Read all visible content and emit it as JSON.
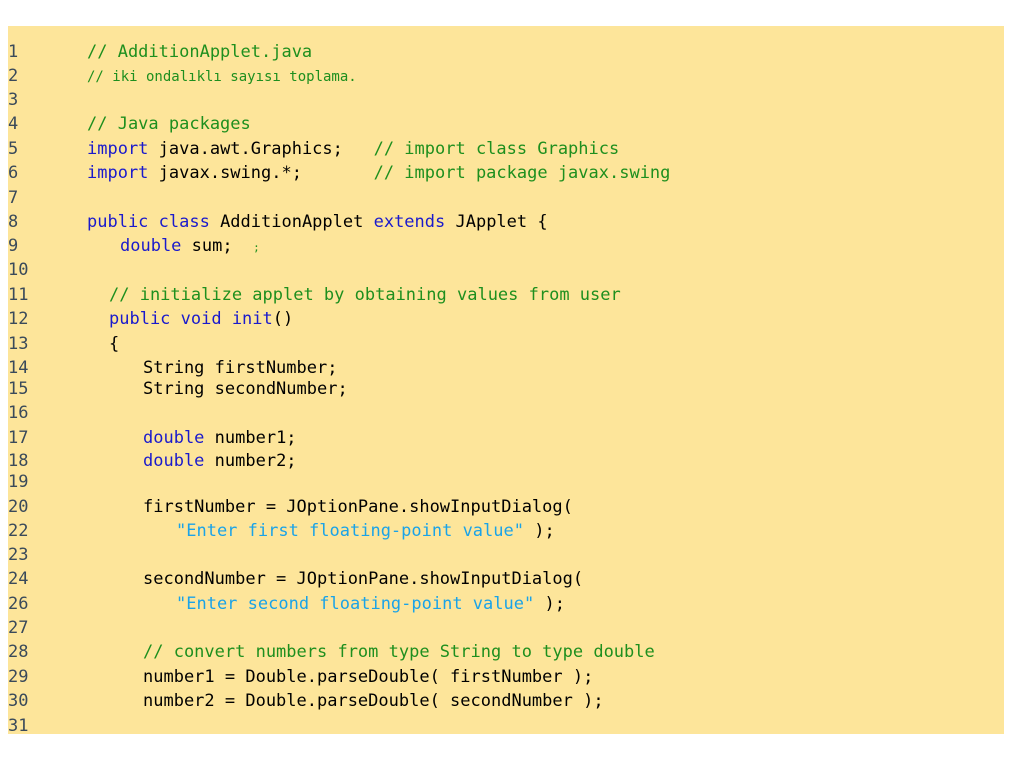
{
  "code": {
    "lines": [
      {
        "n": "1",
        "indent": 0,
        "tokens": [
          {
            "t": "// AdditionApplet.java",
            "k": "comment"
          }
        ]
      },
      {
        "n": "2",
        "indent": 0,
        "tokens": [
          {
            "t": "// iki ondalıklı sayısı toplama.",
            "k": "comment-small"
          }
        ]
      },
      {
        "n": "3",
        "indent": 0,
        "tokens": []
      },
      {
        "n": "4",
        "indent": 0,
        "tokens": [
          {
            "t": "// Java packages",
            "k": "comment"
          }
        ]
      },
      {
        "n": "5",
        "indent": 0,
        "tokens": [
          {
            "t": "import",
            "k": "keyword"
          },
          {
            "t": " java.awt.Graphics;   ",
            "k": "plain"
          },
          {
            "t": "// import class Graphics",
            "k": "comment"
          }
        ]
      },
      {
        "n": "6",
        "indent": 0,
        "tokens": [
          {
            "t": "import",
            "k": "keyword"
          },
          {
            "t": " javax.swing.*;       ",
            "k": "plain"
          },
          {
            "t": "// import package javax.swing",
            "k": "comment"
          }
        ]
      },
      {
        "n": "7",
        "indent": 0,
        "tokens": []
      },
      {
        "n": "8",
        "indent": 0,
        "tokens": [
          {
            "t": "public class",
            "k": "keyword"
          },
          {
            "t": " AdditionApplet ",
            "k": "plain"
          },
          {
            "t": "extends",
            "k": "keyword"
          },
          {
            "t": " JApplet {",
            "k": "plain"
          }
        ]
      },
      {
        "n": "9",
        "indent": 1,
        "tokens": [
          {
            "t": "double",
            "k": "keyword"
          },
          {
            "t": " sum;  ",
            "k": "plain"
          },
          {
            "t": ";",
            "k": "semi-small"
          }
        ]
      },
      {
        "n": "10",
        "indent": 0,
        "tokens": []
      },
      {
        "n": "11",
        "indent": 2,
        "tokens": [
          {
            "t": "// initialize applet by obtaining values from user",
            "k": "comment"
          }
        ]
      },
      {
        "n": "12",
        "indent": 2,
        "tokens": [
          {
            "t": "public void init",
            "k": "keyword"
          },
          {
            "t": "()",
            "k": "plain"
          }
        ]
      },
      {
        "n": "13",
        "indent": 2,
        "tokens": [
          {
            "t": "{",
            "k": "plain"
          }
        ]
      },
      {
        "n": "14",
        "indent": 3,
        "tokens": [
          {
            "t": "String firstNumber;",
            "k": "plain"
          }
        ]
      },
      {
        "n": "15",
        "indent": 3,
        "tokens": [
          {
            "t": "String secondNumber;",
            "k": "plain"
          }
        ]
      },
      {
        "n": "16",
        "indent": 0,
        "tokens": []
      },
      {
        "n": "17",
        "indent": 3,
        "tokens": [
          {
            "t": "double",
            "k": "keyword"
          },
          {
            "t": " number1;",
            "k": "plain"
          }
        ]
      },
      {
        "n": "18",
        "indent": 3,
        "tokens": [
          {
            "t": "double",
            "k": "keyword"
          },
          {
            "t": " number2;",
            "k": "plain"
          }
        ]
      },
      {
        "n": "19",
        "indent": 0,
        "tokens": []
      },
      {
        "n": "20",
        "indent": 3,
        "tokens": [
          {
            "t": "firstNumber = JOptionPane.showInputDialog(",
            "k": "plain"
          }
        ]
      },
      {
        "n": "22",
        "indent": 4,
        "tokens": [
          {
            "t": "\"Enter first floating-point value\"",
            "k": "string"
          },
          {
            "t": " );",
            "k": "plain"
          }
        ]
      },
      {
        "n": "23",
        "indent": 0,
        "tokens": []
      },
      {
        "n": "24",
        "indent": 3,
        "tokens": [
          {
            "t": "secondNumber = JOptionPane.showInputDialog(",
            "k": "plain"
          }
        ]
      },
      {
        "n": "26",
        "indent": 4,
        "tokens": [
          {
            "t": "\"Enter second floating-point value\"",
            "k": "string"
          },
          {
            "t": " );",
            "k": "plain"
          }
        ]
      },
      {
        "n": "27",
        "indent": 0,
        "tokens": []
      },
      {
        "n": "28",
        "indent": 3,
        "tokens": [
          {
            "t": "// convert numbers from type String to type double",
            "k": "comment"
          }
        ]
      },
      {
        "n": "29",
        "indent": 3,
        "tokens": [
          {
            "t": "number1 = Double.parseDouble( firstNumber );",
            "k": "plain"
          }
        ]
      },
      {
        "n": "30",
        "indent": 3,
        "tokens": [
          {
            "t": "number2 = Double.parseDouble( secondNumber );",
            "k": "plain"
          }
        ]
      },
      {
        "n": "31",
        "indent": 0,
        "tokens": []
      }
    ]
  },
  "colors": {
    "background": "#fde59a",
    "comment": "#1e8f1e",
    "keyword": "#1a1acc",
    "string": "#1aa3e8",
    "plain": "#000000",
    "line_number": "#3a4a5a"
  }
}
